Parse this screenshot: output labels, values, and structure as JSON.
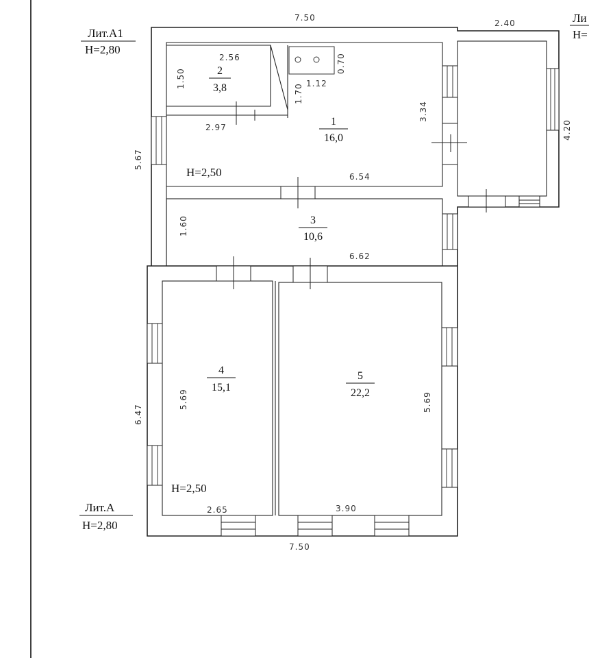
{
  "labels": {
    "lit_a1": "Лит.А1",
    "lit_a1_h": "H=2,80",
    "lit_a": "Лит.А",
    "lit_a_h": "H=2,80",
    "lit_right": "Ли",
    "lit_right_h": "H="
  },
  "heights": {
    "top_block": "H=2,50",
    "bottom_block": "H=2,50"
  },
  "rooms": [
    {
      "num": "1",
      "area": "16,0"
    },
    {
      "num": "2",
      "area": "3,8"
    },
    {
      "num": "3",
      "area": "10,6"
    },
    {
      "num": "4",
      "area": "15,1"
    },
    {
      "num": "5",
      "area": "22,2"
    }
  ],
  "dimensions": {
    "top_width": "7.50",
    "annex_width": "2.40",
    "room2_width": "2.56",
    "room2_height": "1.50",
    "fixture_height": "0.70",
    "fixture_width": "1.12",
    "partition_height": "1.70",
    "room1_height": "3.34",
    "annex_height": "4.20",
    "room1_lower_width": "2.97",
    "left_upper": "5.67",
    "room1_width": "6.54",
    "room3_height": "1.60",
    "room3_width": "6.62",
    "room4_height": "5.69",
    "room5_height": "5.69",
    "left_lower": "6.47",
    "room4_width": "2.65",
    "room5_width": "3.90",
    "bottom_width": "7.50"
  }
}
